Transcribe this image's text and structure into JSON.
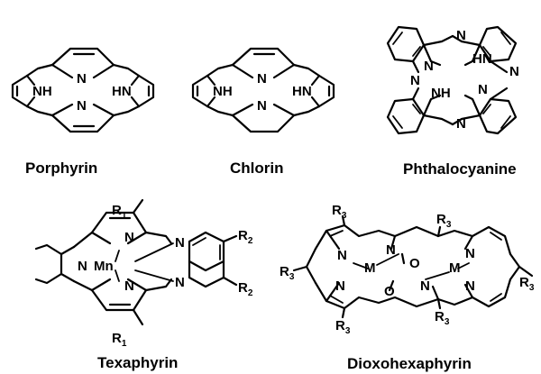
{
  "molecules": [
    {
      "key": "porphyrin",
      "name": "Porphyrin"
    },
    {
      "key": "chlorin",
      "name": "Chlorin"
    },
    {
      "key": "phthalocyanine",
      "name": "Phthalocyanine"
    },
    {
      "key": "texaphyrin",
      "name": "Texaphyrin"
    },
    {
      "key": "dioxohexaphyrin",
      "name": "Dioxohexaphyrin"
    }
  ],
  "atoms": {
    "n": "N",
    "nh": "NH",
    "hn": "HN",
    "mn": "Mn",
    "m": "M",
    "o": "O",
    "r": "R",
    "sub1": "1",
    "sub2": "2",
    "sub3": "3"
  }
}
